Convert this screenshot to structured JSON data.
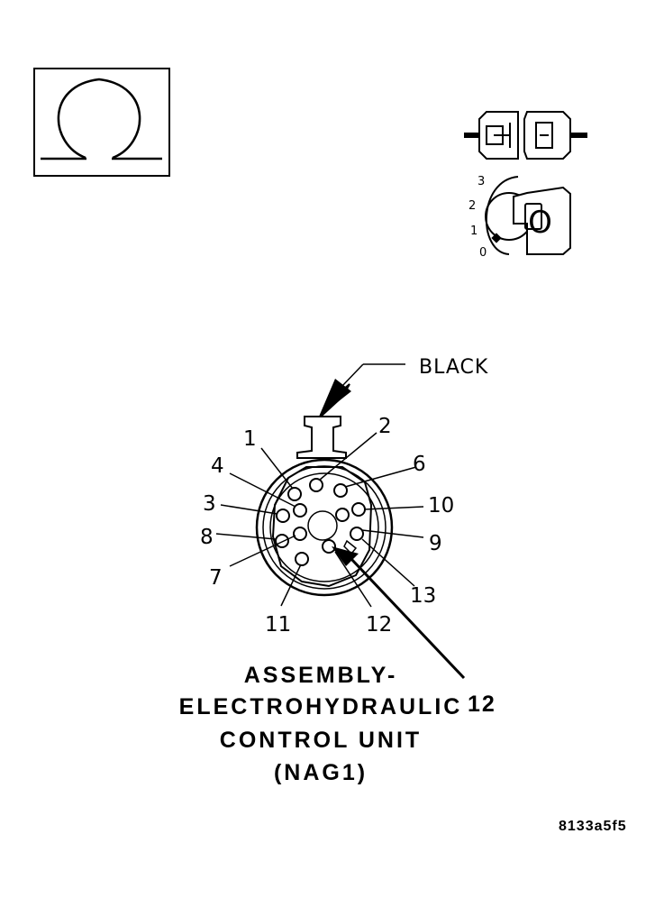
{
  "ohm_symbol": "Ω",
  "ignition": {
    "positions": [
      "3",
      "2",
      "1",
      "0"
    ],
    "key_mark": "O"
  },
  "wire_color_callout": "BLACK",
  "pin_labels": {
    "p1": "1",
    "p2": "2",
    "p3": "3",
    "p4": "4",
    "p6": "6",
    "p7": "7",
    "p8": "8",
    "p9": "9",
    "p10": "10",
    "p11": "11",
    "p12": "12",
    "p13": "13"
  },
  "title": {
    "line1": "ASSEMBLY-",
    "line2": "ELECTROHYDRAULIC",
    "line3": "CONTROL UNIT",
    "line4": "(NAG1)"
  },
  "highlighted_pin": "12",
  "figure_id": "8133a5f5"
}
